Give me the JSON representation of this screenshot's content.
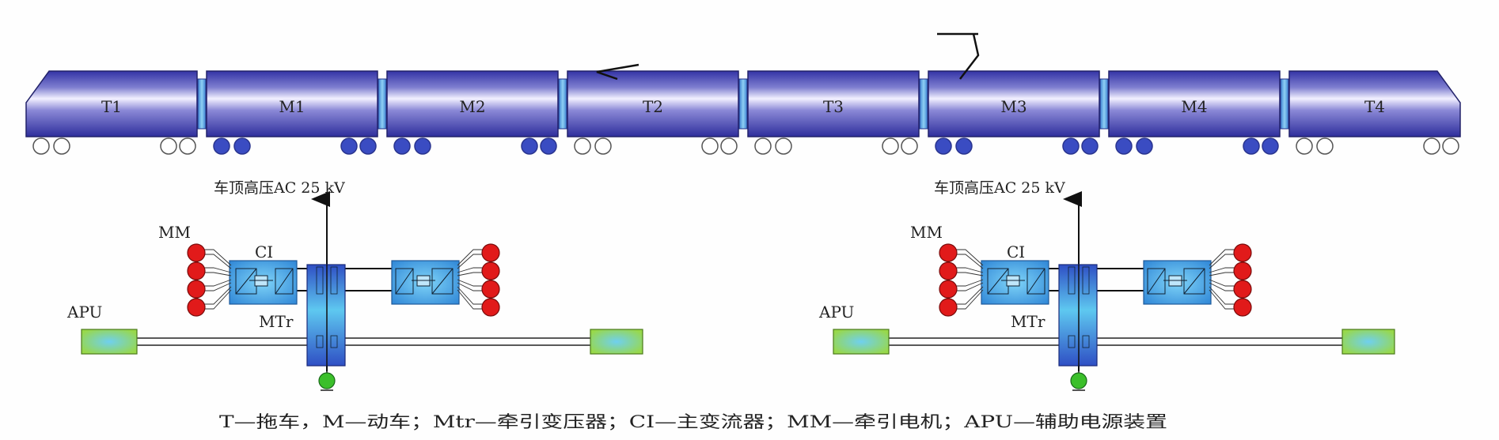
{
  "train": {
    "cars": [
      {
        "label": "T1",
        "type": "T"
      },
      {
        "label": "M1",
        "type": "M"
      },
      {
        "label": "M2",
        "type": "M"
      },
      {
        "label": "T2",
        "type": "T"
      },
      {
        "label": "T3",
        "type": "T"
      },
      {
        "label": "M3",
        "type": "M"
      },
      {
        "label": "M4",
        "type": "M"
      },
      {
        "label": "T4",
        "type": "T"
      }
    ]
  },
  "diagram_left": {
    "supply_label": "车顶高压AC 25 kV",
    "mm_label": "MM",
    "ci_label": "CI",
    "mtr_label": "MTr",
    "apu_label": "APU"
  },
  "diagram_right": {
    "supply_label": "车顶高压AC 25 kV",
    "mm_label": "MM",
    "ci_label": "CI",
    "mtr_label": "MTr",
    "apu_label": "APU"
  },
  "caption": "T—拖车，M—动车；Mtr—牵引变压器；CI—主变流器；MM—牵引电机；APU—辅助电源装置",
  "colors": {
    "car_dark": "#3434a6",
    "car_light": "#f2f0ff",
    "connector": "#5aaee6",
    "motor_wheel": "#3a4cc2",
    "traction_motor": "#e11a1a",
    "converter": "#3f9be0",
    "transformer": "#2f4fc4",
    "apu": "#8fd44a",
    "ground": "#3bbf2a"
  }
}
